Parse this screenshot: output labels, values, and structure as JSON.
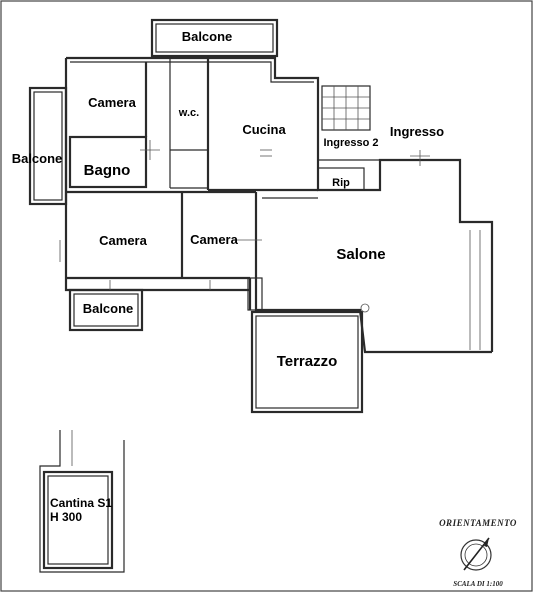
{
  "rooms": {
    "balcone_top": "Balcone",
    "camera_1": "Camera",
    "wc": "w.c.",
    "cucina": "Cucina",
    "ingresso_2": "Ingresso 2",
    "ingresso": "Ingresso",
    "balcone_left": "Balcone",
    "bagno": "Bagno",
    "rip": "Rip",
    "camera_2": "Camera",
    "camera_3": "Camera",
    "salone": "Salone",
    "balcone_bottom": "Balcone",
    "terrazzo": "Terrazzo",
    "cantina_line1": "Cantina S1",
    "cantina_line2": "H 300"
  },
  "legend": {
    "orientation": "ORIENTAMENTO",
    "scale": "SCALA DI 1:100"
  },
  "colors": {
    "wall": "#2a2a2a",
    "paper": "#ffffff"
  }
}
